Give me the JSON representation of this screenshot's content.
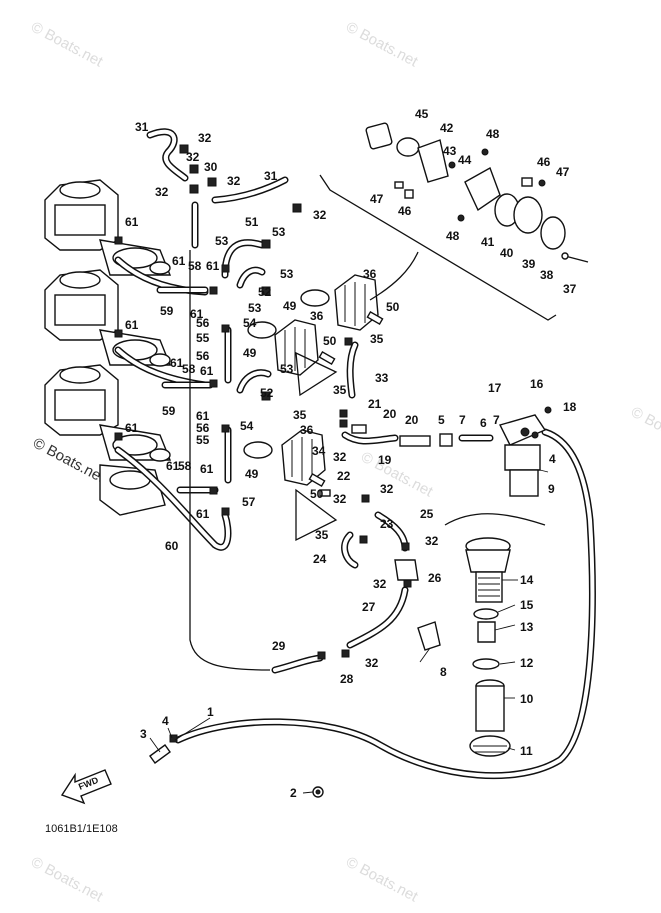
{
  "watermarks": {
    "tl": "© Boats.net",
    "tr": "© Boats.net",
    "ml": "© Boats.net",
    "mr": "© Boats.net",
    "bl": "© Boats.net",
    "br": "© Boats.net",
    "c": "© Boats.net"
  },
  "diagram_code": "1061B1/1E108",
  "fwd_label": "FWD",
  "callouts": {
    "c1": "1",
    "c2": "2",
    "c3": "3",
    "c4a": "4",
    "c4b": "4",
    "c5": "5",
    "c6": "6",
    "c7a": "7",
    "c7b": "7",
    "c8": "8",
    "c9": "9",
    "c10": "10",
    "c11": "11",
    "c12": "12",
    "c13": "13",
    "c14": "14",
    "c15": "15",
    "c16": "16",
    "c17": "17",
    "c18": "18",
    "c19": "19",
    "c20a": "20",
    "c20b": "20",
    "c21": "21",
    "c22": "22",
    "c23": "23",
    "c24": "24",
    "c25": "25",
    "c26": "26",
    "c27": "27",
    "c28": "28",
    "c29": "29",
    "c30": "30",
    "c31a": "31",
    "c31b": "31",
    "c32a": "32",
    "c32b": "32",
    "c32c": "32",
    "c32d": "32",
    "c32e": "32",
    "c32f": "32",
    "c32g": "32",
    "c32h": "32",
    "c32i": "32",
    "c32j": "32",
    "c32k": "32",
    "c33": "33",
    "c34": "34",
    "c35a": "35",
    "c35b": "35",
    "c35c": "35",
    "c35d": "35",
    "c36a": "36",
    "c36b": "36",
    "c36c": "36",
    "c37": "37",
    "c38": "38",
    "c39": "39",
    "c40": "40",
    "c41": "41",
    "c42": "42",
    "c43": "43",
    "c44": "44",
    "c45": "45",
    "c46a": "46",
    "c46b": "46",
    "c47a": "47",
    "c47b": "47",
    "c48a": "48",
    "c48b": "48",
    "c49a": "49",
    "c49b": "49",
    "c49c": "49",
    "c50a": "50",
    "c50b": "50",
    "c50c": "50",
    "c51": "51",
    "c52a": "52",
    "c52b": "52",
    "c53a": "53",
    "c53b": "53",
    "c53c": "53",
    "c53d": "53",
    "c53e": "53",
    "c54a": "54",
    "c54b": "54",
    "c55a": "55",
    "c55b": "55",
    "c56a": "56",
    "c56b": "56",
    "c56c": "56",
    "c57": "57",
    "c58a": "58",
    "c58b": "58",
    "c58c": "58",
    "c59a": "59",
    "c59b": "59",
    "c60": "60",
    "c61a": "61",
    "c61b": "61",
    "c61c": "61",
    "c61d": "61",
    "c61e": "61",
    "c61f": "61",
    "c61g": "61",
    "c61h": "61",
    "c61i": "61",
    "c61j": "61",
    "c61k": "61",
    "c61l": "61"
  }
}
